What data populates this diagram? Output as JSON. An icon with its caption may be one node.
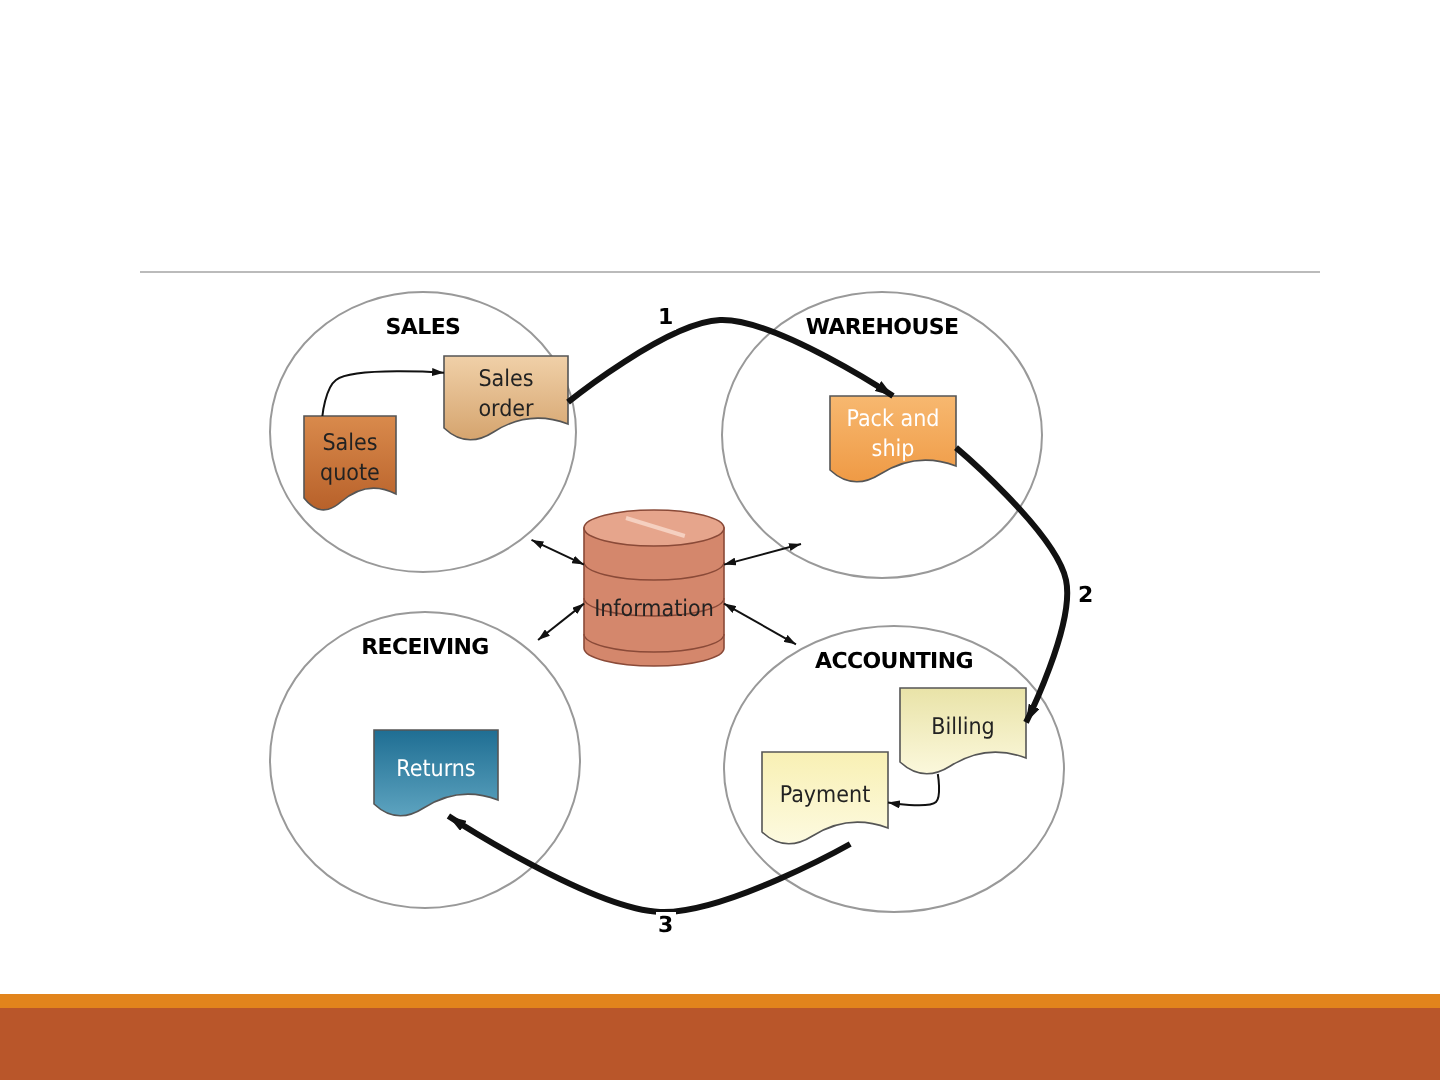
{
  "diagram": {
    "nodes": [
      {
        "text": [
          "SALES"
        ]
      },
      {
        "text": [
          "Sales quote"
        ],
        "in": 0
      },
      {
        "text": [
          "Sales order"
        ],
        "in": 0
      },
      {
        "text": [
          "WAREHOUSE"
        ]
      },
      {
        "text": [
          "Pack and ship"
        ],
        "in": 3
      },
      {
        "text": [
          "Information"
        ]
      },
      {
        "text": [
          "RECEIVING"
        ]
      },
      {
        "text": [
          "Returns"
        ],
        "in": 6
      },
      {
        "text": [
          "ACCOUNTING"
        ]
      },
      {
        "text": [
          "Billing"
        ],
        "in": 8
      },
      {
        "text": [
          "Payment"
        ],
        "in": 8
      }
    ],
    "edges": [
      {
        "from": 1,
        "to": 2,
        "arrow": "to"
      },
      {
        "from": 2,
        "to": 4,
        "arrow": "to",
        "label": "1",
        "style": "thick"
      },
      {
        "from": 4,
        "to": 9,
        "arrow": "to",
        "label": "2",
        "style": "thick"
      },
      {
        "from": 9,
        "to": 10,
        "arrow": "to"
      },
      {
        "from": 10,
        "to": 7,
        "arrow": "to",
        "label": "3",
        "style": "thick"
      },
      {
        "from": 5,
        "to": 0,
        "arrow": "both"
      },
      {
        "from": 5,
        "to": 3,
        "arrow": "both"
      },
      {
        "from": 5,
        "to": 6,
        "arrow": "both"
      },
      {
        "from": 5,
        "to": 8,
        "arrow": "both"
      }
    ]
  }
}
